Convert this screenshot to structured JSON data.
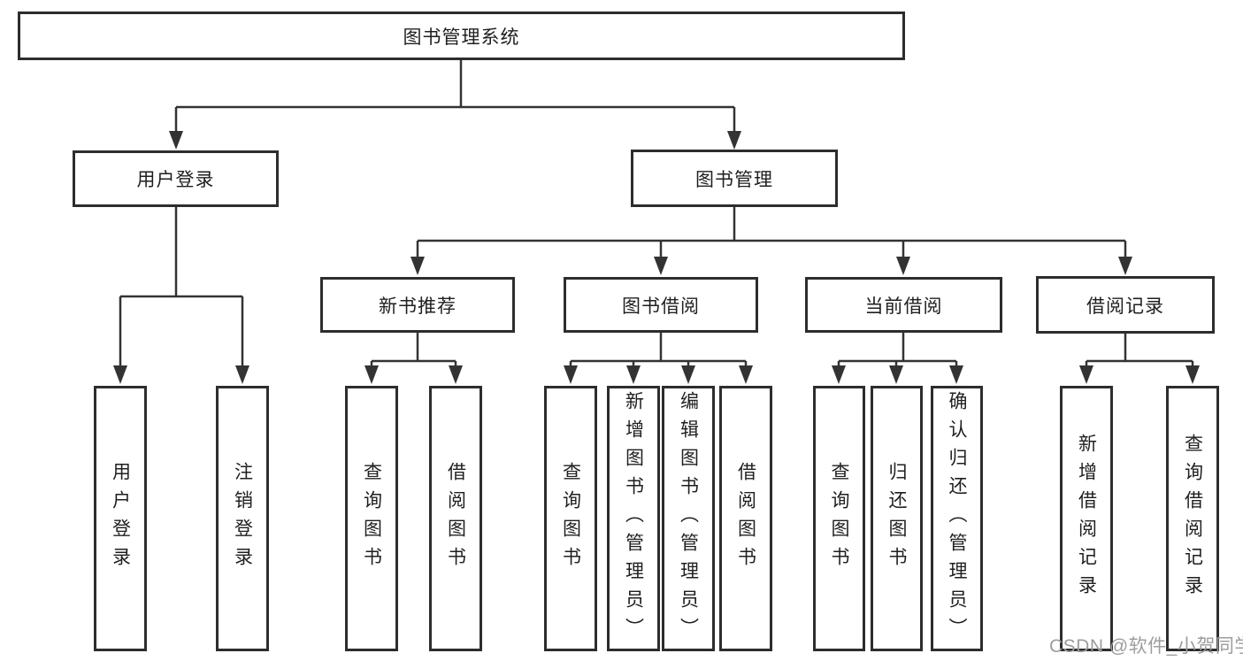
{
  "diagram": {
    "type": "tree",
    "root": {
      "label": "图书管理系统",
      "children": [
        {
          "label": "用户登录",
          "children": [
            {
              "label": "用户登录"
            },
            {
              "label": "注销登录"
            }
          ]
        },
        {
          "label": "图书管理",
          "children": [
            {
              "label": "新书推荐",
              "children": [
                {
                  "label": "查询图书"
                },
                {
                  "label": "借阅图书"
                }
              ]
            },
            {
              "label": "图书借阅",
              "children": [
                {
                  "label": "查询图书"
                },
                {
                  "label": "新增图书（管理员）"
                },
                {
                  "label": "编辑图书（管理员）"
                },
                {
                  "label": "借阅图书"
                }
              ]
            },
            {
              "label": "当前借阅",
              "children": [
                {
                  "label": "查询图书"
                },
                {
                  "label": "归还图书"
                },
                {
                  "label": "确认归还（管理员）"
                }
              ]
            },
            {
              "label": "借阅记录",
              "children": [
                {
                  "label": "新增借阅记录"
                },
                {
                  "label": "查询借阅记录"
                }
              ]
            }
          ]
        }
      ]
    },
    "colors": {
      "line": "#333333",
      "box_border": "#2d2d2d",
      "box_fill": "#ffffff",
      "text": "#1f1f1f",
      "watermark": "#9d9d9d",
      "background": "#ffffff"
    }
  },
  "watermark": {
    "text": "CSDN @软件_小贺同学"
  }
}
